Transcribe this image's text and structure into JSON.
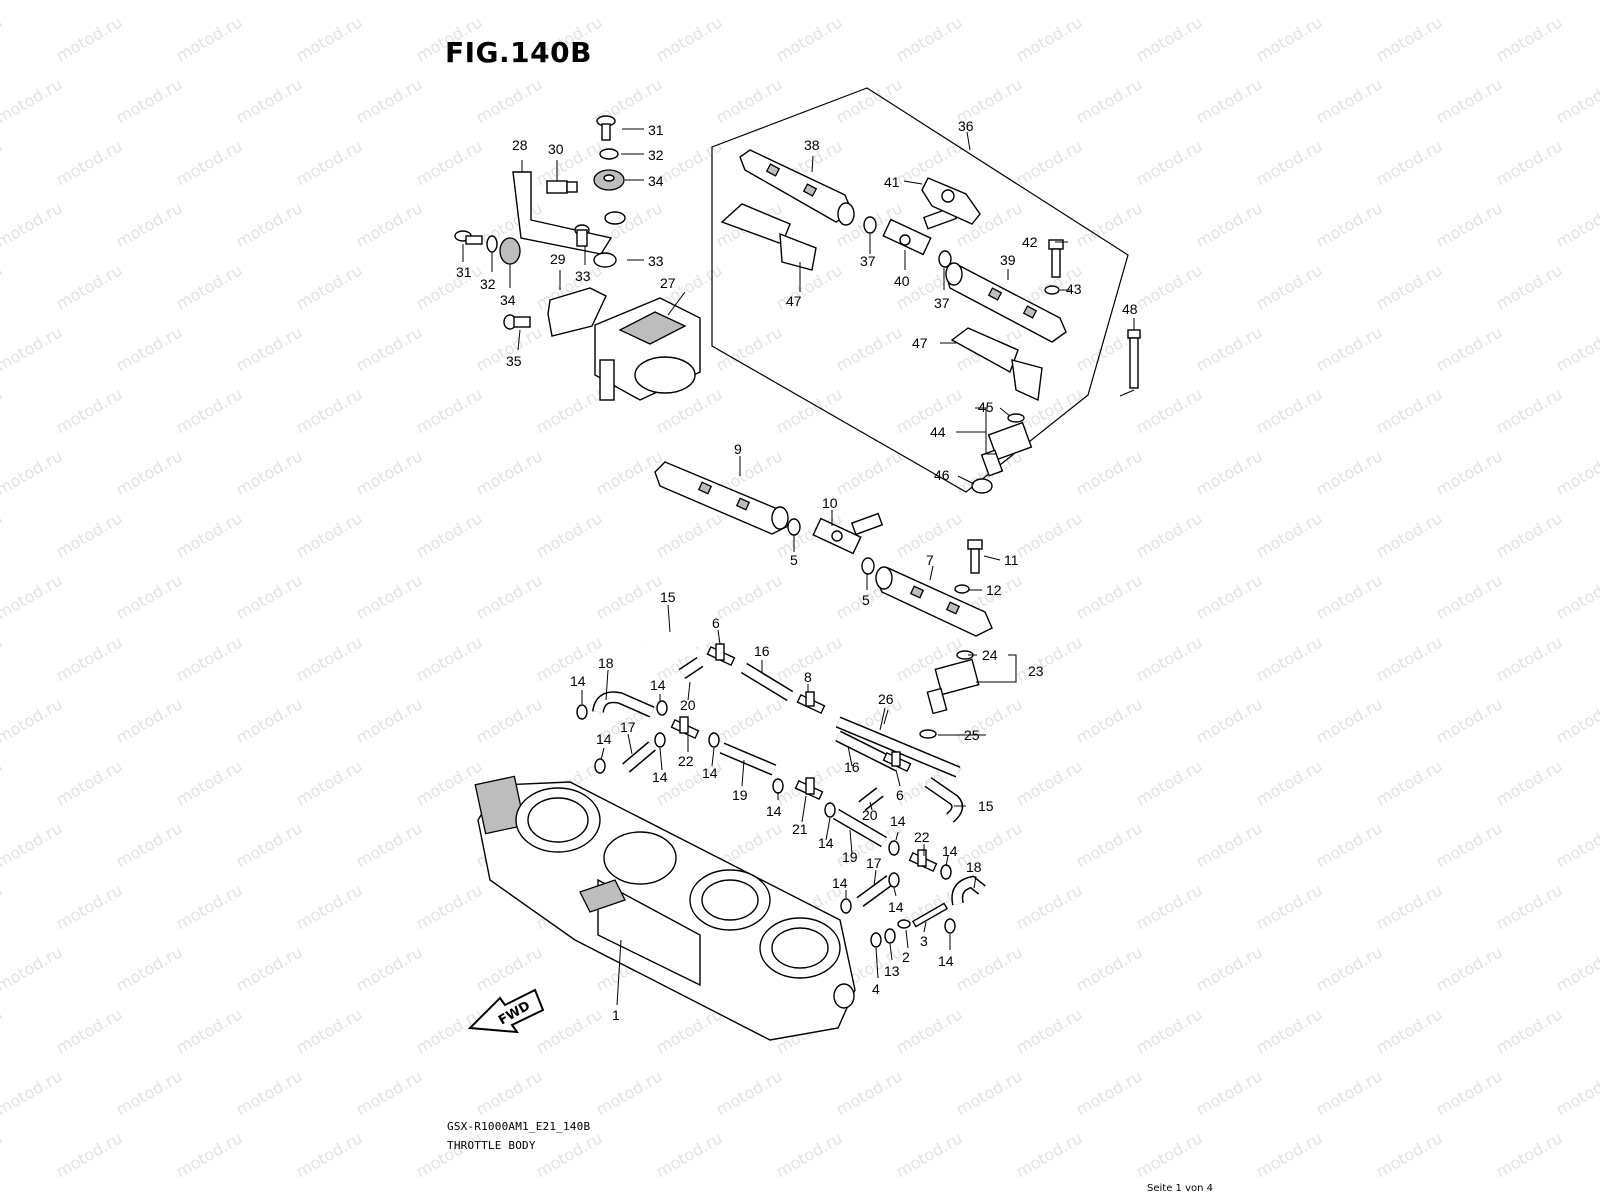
{
  "figure": {
    "title": "FIG.140B",
    "model_code": "GSX-R1000AM1_E21_140B",
    "caption": "THROTTLE BODY",
    "page": "Seite 1 von 4",
    "watermark": "motod.ru",
    "fwd_label": "FWD"
  },
  "callouts": [
    {
      "id": "c1",
      "label": "1"
    },
    {
      "id": "c2",
      "label": "2"
    },
    {
      "id": "c3",
      "label": "3"
    },
    {
      "id": "c4",
      "label": "4"
    },
    {
      "id": "c5a",
      "label": "5"
    },
    {
      "id": "c5b",
      "label": "5"
    },
    {
      "id": "c6a",
      "label": "6"
    },
    {
      "id": "c6b",
      "label": "6"
    },
    {
      "id": "c7",
      "label": "7"
    },
    {
      "id": "c8",
      "label": "8"
    },
    {
      "id": "c9",
      "label": "9"
    },
    {
      "id": "c10",
      "label": "10"
    },
    {
      "id": "c11",
      "label": "11"
    },
    {
      "id": "c12",
      "label": "12"
    },
    {
      "id": "c13",
      "label": "13"
    },
    {
      "id": "c14a",
      "label": "14"
    },
    {
      "id": "c14b",
      "label": "14"
    },
    {
      "id": "c14c",
      "label": "14"
    },
    {
      "id": "c14d",
      "label": "14"
    },
    {
      "id": "c14e",
      "label": "14"
    },
    {
      "id": "c14f",
      "label": "14"
    },
    {
      "id": "c14g",
      "label": "14"
    },
    {
      "id": "c14h",
      "label": "14"
    },
    {
      "id": "c14i",
      "label": "14"
    },
    {
      "id": "c14j",
      "label": "14"
    },
    {
      "id": "c14k",
      "label": "14"
    },
    {
      "id": "c14l",
      "label": "14"
    },
    {
      "id": "c15a",
      "label": "15"
    },
    {
      "id": "c15b",
      "label": "15"
    },
    {
      "id": "c16a",
      "label": "16"
    },
    {
      "id": "c16b",
      "label": "16"
    },
    {
      "id": "c17a",
      "label": "17"
    },
    {
      "id": "c17b",
      "label": "17"
    },
    {
      "id": "c18a",
      "label": "18"
    },
    {
      "id": "c18b",
      "label": "18"
    },
    {
      "id": "c19a",
      "label": "19"
    },
    {
      "id": "c19b",
      "label": "19"
    },
    {
      "id": "c20a",
      "label": "20"
    },
    {
      "id": "c20b",
      "label": "20"
    },
    {
      "id": "c21",
      "label": "21"
    },
    {
      "id": "c22a",
      "label": "22"
    },
    {
      "id": "c22b",
      "label": "22"
    },
    {
      "id": "c23",
      "label": "23"
    },
    {
      "id": "c24",
      "label": "24"
    },
    {
      "id": "c25",
      "label": "25"
    },
    {
      "id": "c26",
      "label": "26"
    },
    {
      "id": "c27",
      "label": "27"
    },
    {
      "id": "c28",
      "label": "28"
    },
    {
      "id": "c29",
      "label": "29"
    },
    {
      "id": "c30",
      "label": "30"
    },
    {
      "id": "c31a",
      "label": "31"
    },
    {
      "id": "c31b",
      "label": "31"
    },
    {
      "id": "c32a",
      "label": "32"
    },
    {
      "id": "c32b",
      "label": "32"
    },
    {
      "id": "c33a",
      "label": "33"
    },
    {
      "id": "c33b",
      "label": "33"
    },
    {
      "id": "c34a",
      "label": "34"
    },
    {
      "id": "c34b",
      "label": "34"
    },
    {
      "id": "c35",
      "label": "35"
    },
    {
      "id": "c36",
      "label": "36"
    },
    {
      "id": "c37a",
      "label": "37"
    },
    {
      "id": "c37b",
      "label": "37"
    },
    {
      "id": "c38",
      "label": "38"
    },
    {
      "id": "c39",
      "label": "39"
    },
    {
      "id": "c40",
      "label": "40"
    },
    {
      "id": "c41",
      "label": "41"
    },
    {
      "id": "c42",
      "label": "42"
    },
    {
      "id": "c43",
      "label": "43"
    },
    {
      "id": "c44",
      "label": "44"
    },
    {
      "id": "c45",
      "label": "45"
    },
    {
      "id": "c46",
      "label": "46"
    },
    {
      "id": "c47a",
      "label": "47"
    },
    {
      "id": "c47b",
      "label": "47"
    },
    {
      "id": "c48",
      "label": "48"
    }
  ]
}
